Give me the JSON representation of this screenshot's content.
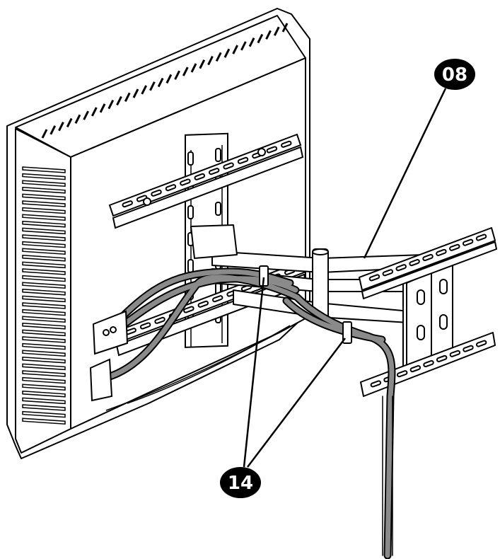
{
  "diagram": {
    "callouts": [
      {
        "id": "08",
        "label": "08"
      },
      {
        "id": "14",
        "label": "14"
      }
    ]
  },
  "colors": {
    "line": "#000000",
    "background": "#ffffff",
    "cable": "#8a8a8a",
    "callout_fill": "#000000",
    "callout_text": "#ffffff"
  }
}
